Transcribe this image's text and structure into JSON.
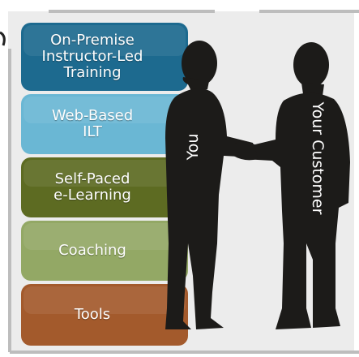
{
  "blocks": [
    {
      "id": "on-premise-ilt",
      "label": "On-Premise\nInstructor-Led\nTraining",
      "color": "#1d6a8f"
    },
    {
      "id": "web-based-ilt",
      "label": "Web-Based\nILT",
      "color": "#6ab7d4"
    },
    {
      "id": "self-paced",
      "label": "Self-Paced\ne-Learning",
      "color": "#5d6b22"
    },
    {
      "id": "coaching",
      "label": "Coaching",
      "color": "#93a865"
    },
    {
      "id": "tools",
      "label": "Tools",
      "color": "#a35a2c"
    }
  ],
  "figures": {
    "you_label": "You",
    "customer_label": "Your Customer",
    "silhouette_color": "#1c1b19"
  },
  "frame": {
    "border_color": "#bdbdbd",
    "background": "#ececec"
  }
}
